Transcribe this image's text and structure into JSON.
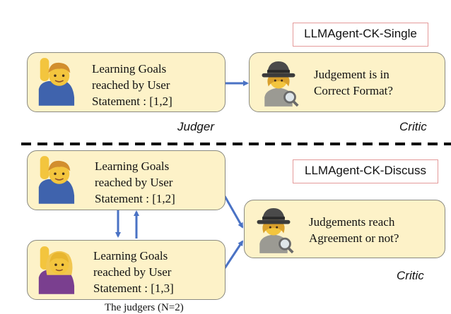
{
  "single": {
    "tag": "LLMAgent-CK-Single",
    "judger": {
      "line1": "Learning Goals",
      "line2": "reached by User",
      "line3": "Statement : [1,2]"
    },
    "critic": {
      "line1": "Judgement is in",
      "line2": "Correct Format?"
    },
    "judger_role": "Judger",
    "critic_role": "Critic"
  },
  "discuss": {
    "tag": "LLMAgent-CK-Discuss",
    "judger1": {
      "line1": "Learning Goals",
      "line2": "reached by User",
      "line3": "Statement : [1,2]"
    },
    "judger2": {
      "line1": "Learning Goals",
      "line2": "reached by User",
      "line3": "Statement : [1,3]"
    },
    "critic": {
      "line1": "Judgements reach",
      "line2": "Agreement or not?"
    },
    "critic_role": "Critic"
  },
  "caption_partial": "The judgers (N=2)",
  "colors": {
    "box_fill": "#fdf2c8",
    "tag_border": "#e49a9a",
    "arrow": "#4a72c4"
  },
  "icons": [
    "raising-hand-man-icon",
    "detective-woman-icon",
    "raising-hand-woman-icon"
  ]
}
